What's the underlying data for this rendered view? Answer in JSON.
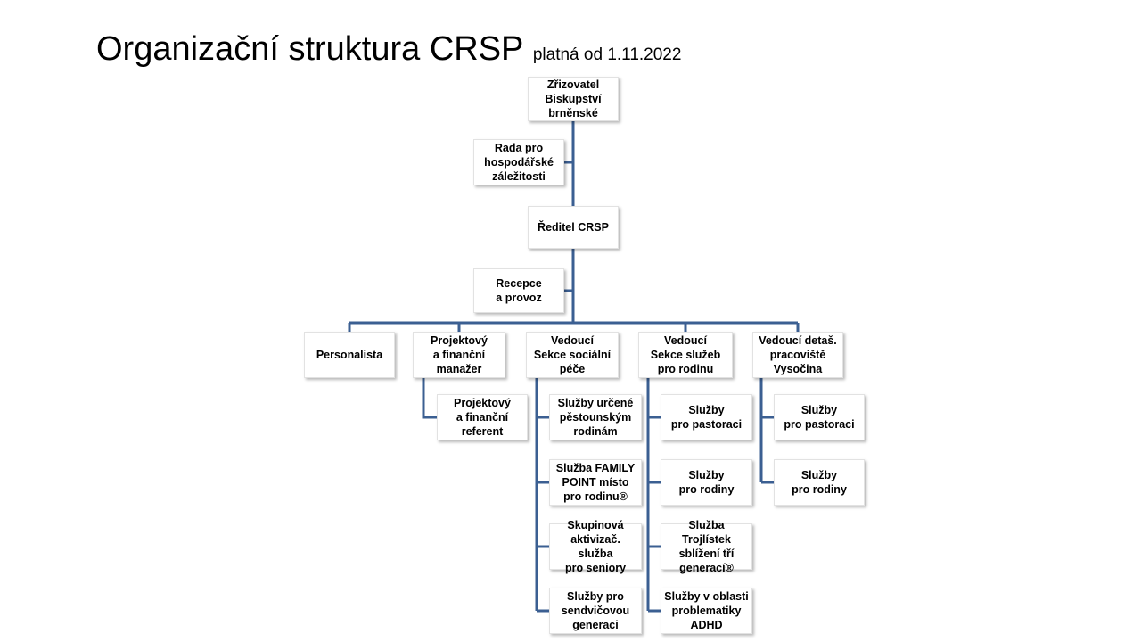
{
  "title": {
    "main": "Organizační struktura CRSP",
    "subtitle": "platná od 1.11.2022"
  },
  "line_color": "#3b5f92",
  "nodes": {
    "zrizovatel": "Zřizovatel\nBiskupství\nbrněnské",
    "rada": "Rada pro\nhospodářské\nzáležitosti",
    "reditel": "Ředitel CRSP",
    "recepce": "Recepce\na provoz",
    "personalista": "Personalista",
    "projektovy_manazer": "Projektový\na finanční\nmanažer",
    "vedouci_socialni": "Vedoucí\nSekce sociální\npéče",
    "vedouci_rodina": "Vedoucí\nSekce služeb\npro rodinu",
    "vedouci_vysocina": "Vedoucí detaš.\npracoviště\nVysočina",
    "projektovy_referent": "Projektový\na finanční\nreferent",
    "sluzby_pestounske": "Služby určené\npěstounským\nrodinám",
    "family_point": "Služba FAMILY\nPOINT místo\npro rodinu®",
    "skupinova": "Skupinová\naktivizač. služba\npro seniory",
    "sendvicova": "Služby pro\nsendvičovou\ngeneraci",
    "pastorace_1": "Služby\npro pastoraci",
    "rodiny_1": "Služby\npro rodiny",
    "trojlistek": "Služba Trojlístek\nsblížení tří\ngenerací®",
    "adhd": "Služby v oblasti\nproblematiky\nADHD",
    "pastorace_2": "Služby\npro pastoraci",
    "rodiny_2": "Služby\npro rodiny"
  }
}
